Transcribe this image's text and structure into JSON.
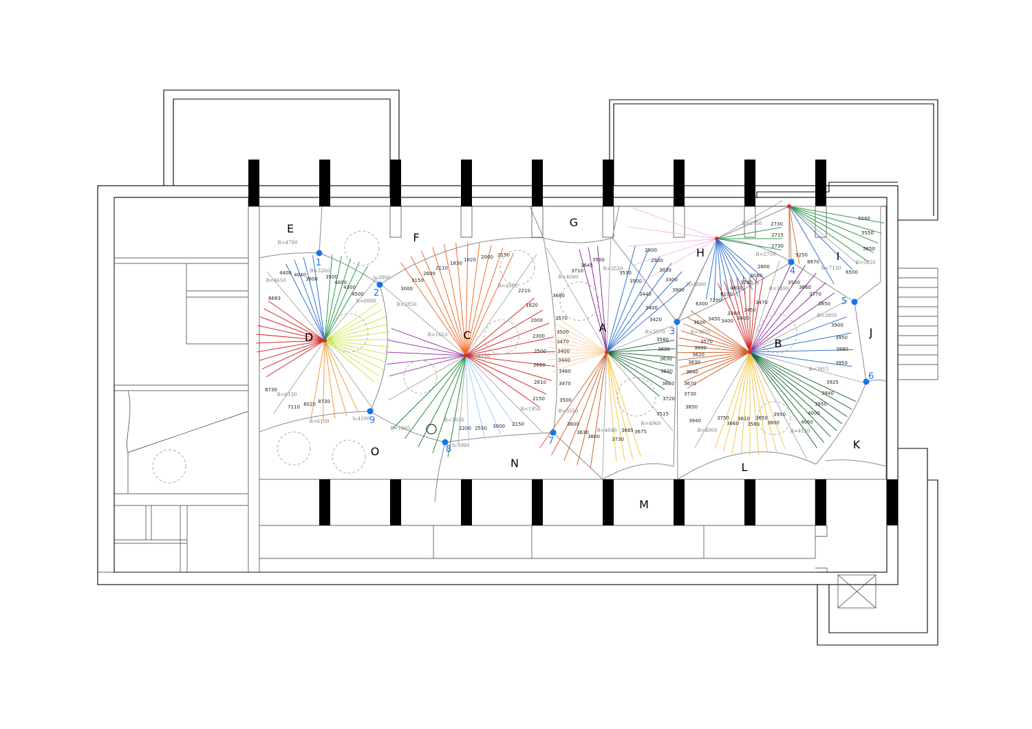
{
  "zones": {
    "A": "A",
    "B": "B",
    "C": "C",
    "D": "D",
    "E": "E",
    "F": "F",
    "G": "G",
    "H": "H",
    "I": "I",
    "J": "J",
    "K": "K",
    "L": "L",
    "M": "M",
    "N": "N",
    "O": "O"
  },
  "points": [
    "1",
    "2",
    "3",
    "4",
    "5",
    "6",
    "7",
    "8",
    "9"
  ],
  "colors": {
    "point": "#1a73e8",
    "wall": "#000000",
    "boundary": "#888888"
  },
  "dimensions": {
    "D": [
      "R=4780",
      "4400",
      "4040",
      "3800",
      "3500",
      "4000",
      "4300",
      "4500",
      "R=4650",
      "R=3260",
      "R=8000",
      "6683",
      "8730",
      "R=6130",
      "7110",
      "8020",
      "8730",
      "R=6100",
      "h:4100",
      "h:3800"
    ],
    "C": [
      "3000",
      "3150",
      "2600",
      "2110",
      "1830",
      "1820",
      "2000",
      "2150",
      "R=4060",
      "2210",
      "1620",
      "2000",
      "2300",
      "2500",
      "2660",
      "2610",
      "2150",
      "R=1950",
      "R=2850",
      "R=1610",
      "R=4150",
      "R=1665",
      "R=2030",
      "2200",
      "2550",
      "3000",
      "2150",
      "h:3900"
    ],
    "A": [
      "3500",
      "3645",
      "3710",
      "R=4040",
      "R=3520",
      "3530",
      "3500",
      "3440",
      "3400",
      "3420",
      "R=3570",
      "2800",
      "2900",
      "3030",
      "3300",
      "3900",
      "3680",
      "3570",
      "3500",
      "3470",
      "3400",
      "3440",
      "3460",
      "3470",
      "3500",
      "R=3550",
      "3600",
      "3630",
      "3800",
      "R=4040",
      "3730",
      "3665",
      "3675",
      "R=4060",
      "3515",
      "3720",
      "3660",
      "3640",
      "3630",
      "3600",
      "3580"
    ],
    "HI": [
      "R=2750",
      "2730",
      "2715",
      "2730",
      "R=2750",
      "2800",
      "3040",
      "3780",
      "4800",
      "6100",
      "7200",
      "6300",
      "R=6000",
      "9250",
      "8870",
      "R=7130",
      "6500",
      "R=5850",
      "5850",
      "5550",
      "5580"
    ],
    "B": [
      "3550",
      "3660",
      "3770",
      "3850",
      "R=3490",
      "3470",
      "3450",
      "3360",
      "3400",
      "3400",
      "3450",
      "3500",
      "R=3625",
      "R=3850",
      "3900",
      "3950",
      "3980",
      "3950",
      "R=3915",
      "3925",
      "3940",
      "3950",
      "4000",
      "4050",
      "R=4120",
      "3950",
      "3800",
      "3650",
      "3580",
      "3610",
      "3660",
      "3750",
      "R=4000",
      "3940",
      "3850",
      "3730",
      "3670",
      "3640",
      "3630",
      "3620",
      "3600",
      "3570"
    ]
  }
}
